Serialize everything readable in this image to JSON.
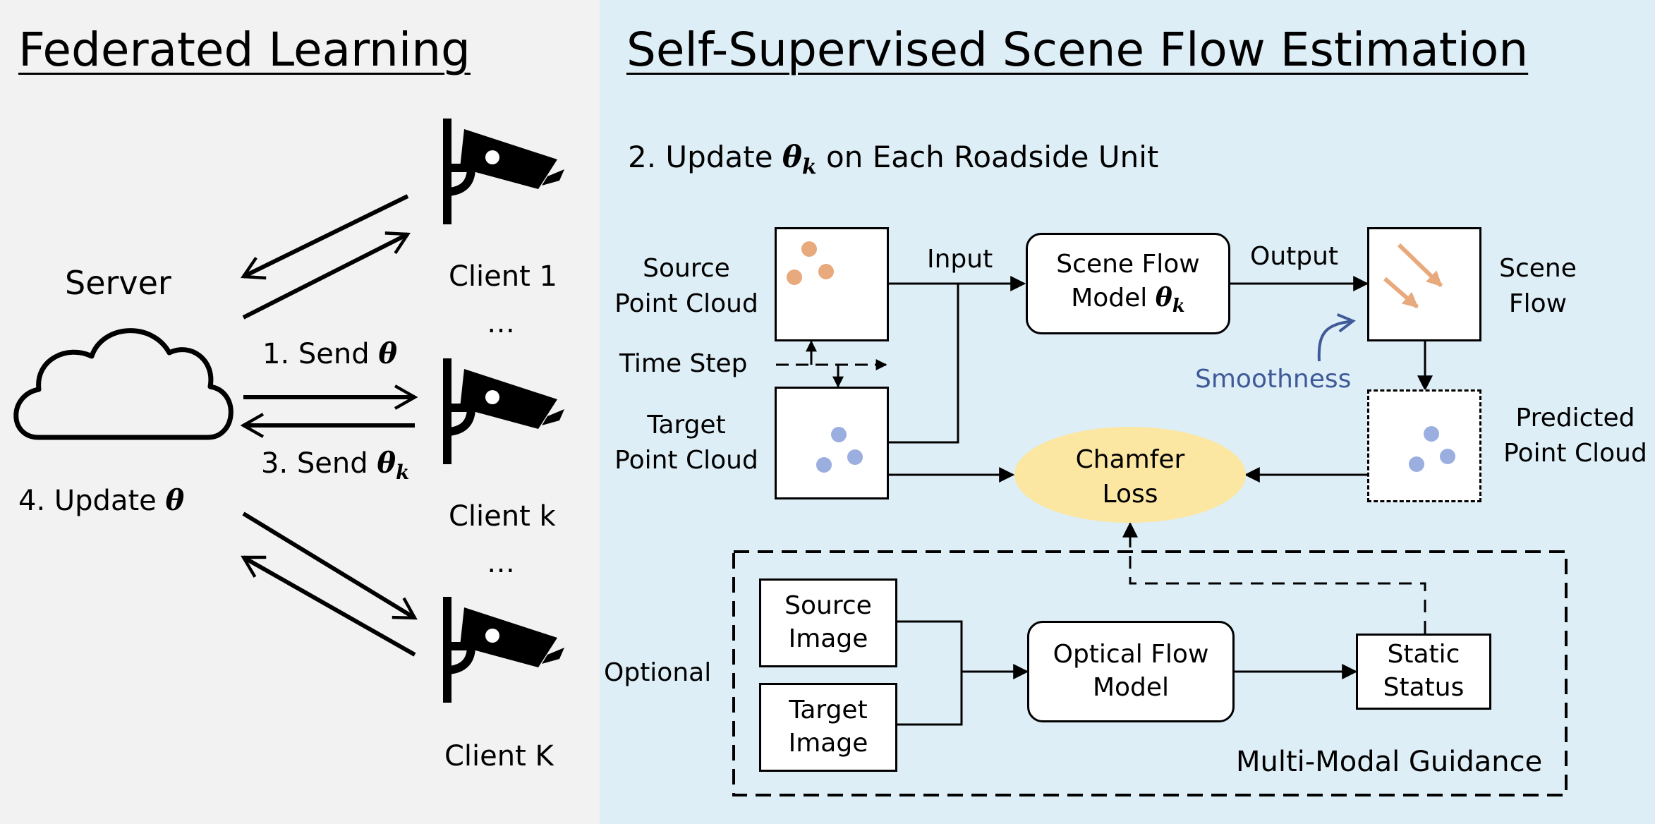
{
  "left_panel": {
    "title": "Federated Learning",
    "server_label": "Server",
    "clients": [
      "Client 1",
      "Client k",
      "Client K"
    ],
    "ellipsis": "…",
    "step1": {
      "text": "1. Send ",
      "symbol": "θ"
    },
    "step3": {
      "text": "3. Send ",
      "symbol": "θ",
      "subscript": "k"
    },
    "step4": {
      "text": "4. Update ",
      "symbol": "θ"
    },
    "icons": [
      "cloud-icon",
      "camera-icon"
    ],
    "background": "#f2f2f2"
  },
  "right_panel": {
    "title": "Self-Supervised Scene Flow Estimation",
    "step2": {
      "prefix": "2. Update ",
      "symbol": "θ",
      "subscript": "k",
      "suffix": " on Each Roadside Unit"
    },
    "source_point_cloud": [
      "Source",
      "Point Cloud"
    ],
    "target_point_cloud": [
      "Target",
      "Point Cloud"
    ],
    "time_step": "Time Step",
    "input": "Input",
    "output": "Output",
    "scene_flow_model": {
      "line1": "Scene Flow",
      "line2": "Model ",
      "symbol": "θ",
      "subscript": "k"
    },
    "scene_flow": [
      "Scene",
      "Flow"
    ],
    "smoothness": "Smoothness",
    "predicted_point_cloud": [
      "Predicted",
      "Point Cloud"
    ],
    "chamfer_loss": [
      "Chamfer",
      "Loss"
    ],
    "optional": "Optional",
    "source_image": [
      "Source",
      "Image"
    ],
    "target_image": [
      "Target",
      "Image"
    ],
    "optical_flow_model": [
      "Optical Flow",
      "Model"
    ],
    "static_status": [
      "Static",
      "Status"
    ],
    "multi_modal_guidance": "Multi-Modal Guidance",
    "background": "#deeef6"
  },
  "colors": {
    "source_points": "#e8a97c",
    "target_points": "#9aaee0",
    "chamfer_fill": "#fbe6a2",
    "smoothness_text": "#3f5a98",
    "flow_arrows": "#e8a97c"
  }
}
